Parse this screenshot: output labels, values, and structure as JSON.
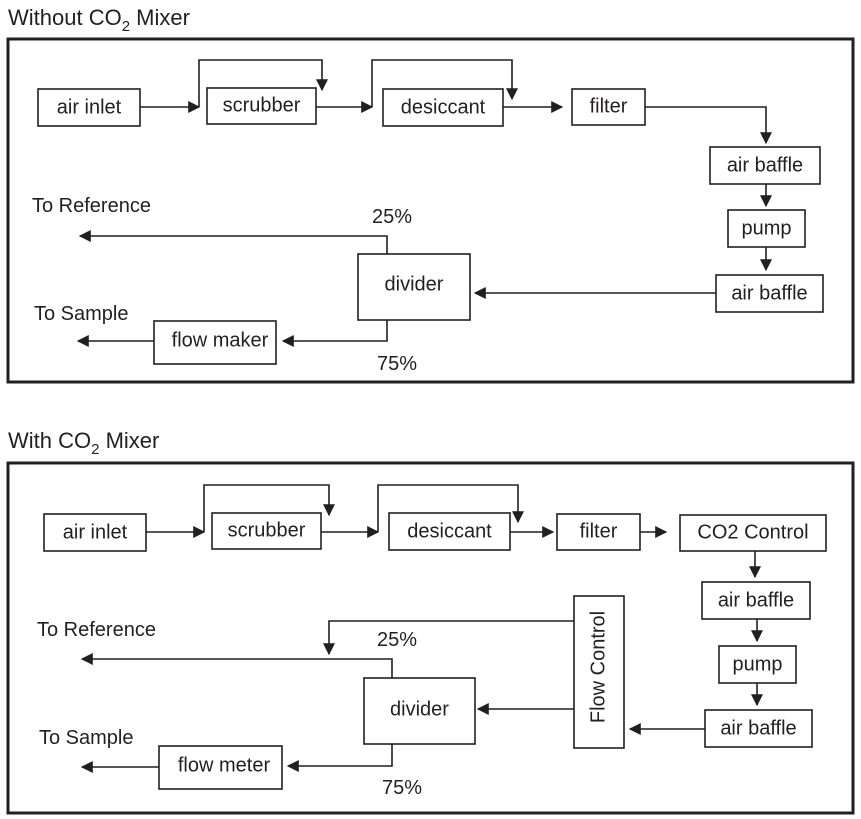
{
  "diagrams": [
    {
      "title": {
        "prefix": "Without CO",
        "subscript": "2",
        "suffix": " Mixer"
      },
      "nodes": {
        "air_inlet": "air inlet",
        "scrubber": "scrubber",
        "desiccant": "desiccant",
        "filter": "filter",
        "air_baffle_1": "air baffle",
        "pump": "pump",
        "air_baffle_2": "air baffle",
        "divider": "divider",
        "flow_device": "flow maker"
      },
      "outputs": {
        "reference": "To Reference",
        "sample": "To Sample"
      },
      "split": {
        "reference": "25%",
        "sample": "75%"
      }
    },
    {
      "title": {
        "prefix": "With CO",
        "subscript": "2",
        "suffix": " Mixer"
      },
      "nodes": {
        "air_inlet": "air inlet",
        "scrubber": "scrubber",
        "desiccant": "desiccant",
        "filter": "filter",
        "co2_control": "CO2 Control",
        "air_baffle_1": "air baffle",
        "pump": "pump",
        "air_baffle_2": "air baffle",
        "flow_control": "Flow Control",
        "divider": "divider",
        "flow_device": "flow meter"
      },
      "outputs": {
        "reference": "To Reference",
        "sample": "To Sample"
      },
      "split": {
        "reference": "25%",
        "sample": "75%"
      }
    }
  ]
}
